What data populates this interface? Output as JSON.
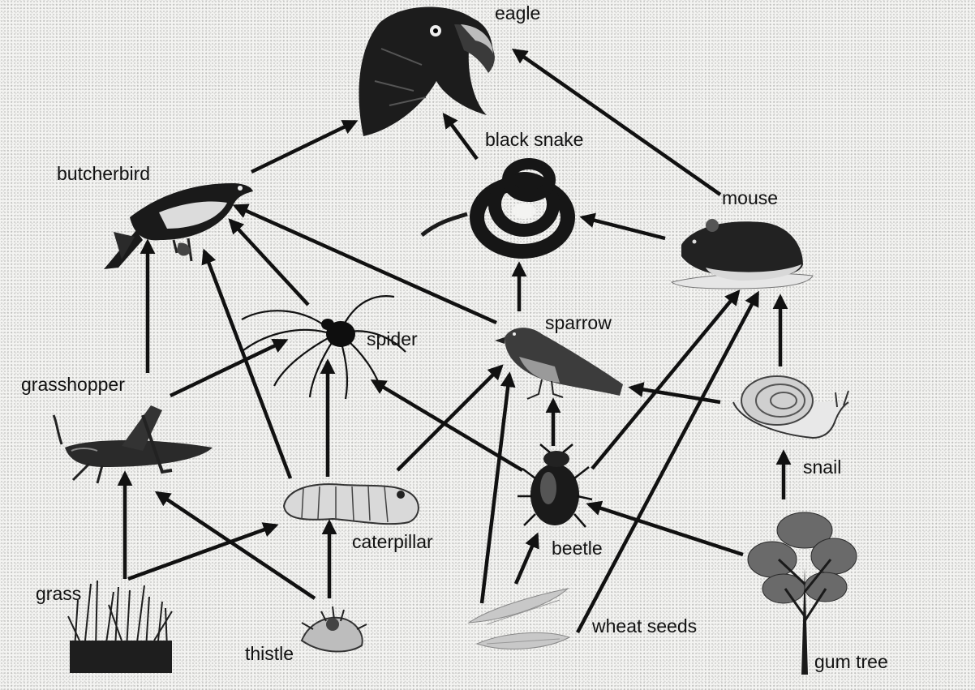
{
  "organisms": {
    "eagle": "eagle",
    "black_snake": "black snake",
    "butcherbird": "butcherbird",
    "mouse": "mouse",
    "spider": "spider",
    "sparrow": "sparrow",
    "grasshopper": "grasshopper",
    "snail": "snail",
    "caterpillar": "caterpillar",
    "beetle": "beetle",
    "grass": "grass",
    "thistle": "thistle",
    "wheat_seeds": "wheat seeds",
    "gum_tree": "gum tree"
  },
  "feeding_relations": [
    {
      "from": "butcherbird",
      "to": "eagle"
    },
    {
      "from": "black snake",
      "to": "eagle"
    },
    {
      "from": "mouse",
      "to": "eagle"
    },
    {
      "from": "mouse",
      "to": "black snake"
    },
    {
      "from": "sparrow",
      "to": "black snake"
    },
    {
      "from": "grasshopper",
      "to": "butcherbird"
    },
    {
      "from": "caterpillar",
      "to": "butcherbird"
    },
    {
      "from": "spider",
      "to": "butcherbird"
    },
    {
      "from": "sparrow",
      "to": "butcherbird"
    },
    {
      "from": "grasshopper",
      "to": "spider"
    },
    {
      "from": "caterpillar",
      "to": "spider"
    },
    {
      "from": "beetle",
      "to": "spider"
    },
    {
      "from": "caterpillar",
      "to": "sparrow"
    },
    {
      "from": "wheat seeds",
      "to": "sparrow"
    },
    {
      "from": "beetle",
      "to": "sparrow"
    },
    {
      "from": "snail",
      "to": "sparrow"
    },
    {
      "from": "beetle",
      "to": "mouse"
    },
    {
      "from": "wheat seeds",
      "to": "mouse"
    },
    {
      "from": "snail",
      "to": "mouse"
    },
    {
      "from": "grass",
      "to": "grasshopper"
    },
    {
      "from": "thistle",
      "to": "grasshopper"
    },
    {
      "from": "grass",
      "to": "caterpillar"
    },
    {
      "from": "thistle",
      "to": "caterpillar"
    },
    {
      "from": "wheat seeds",
      "to": "beetle"
    },
    {
      "from": "gum tree",
      "to": "beetle"
    },
    {
      "from": "gum tree",
      "to": "snail"
    }
  ]
}
